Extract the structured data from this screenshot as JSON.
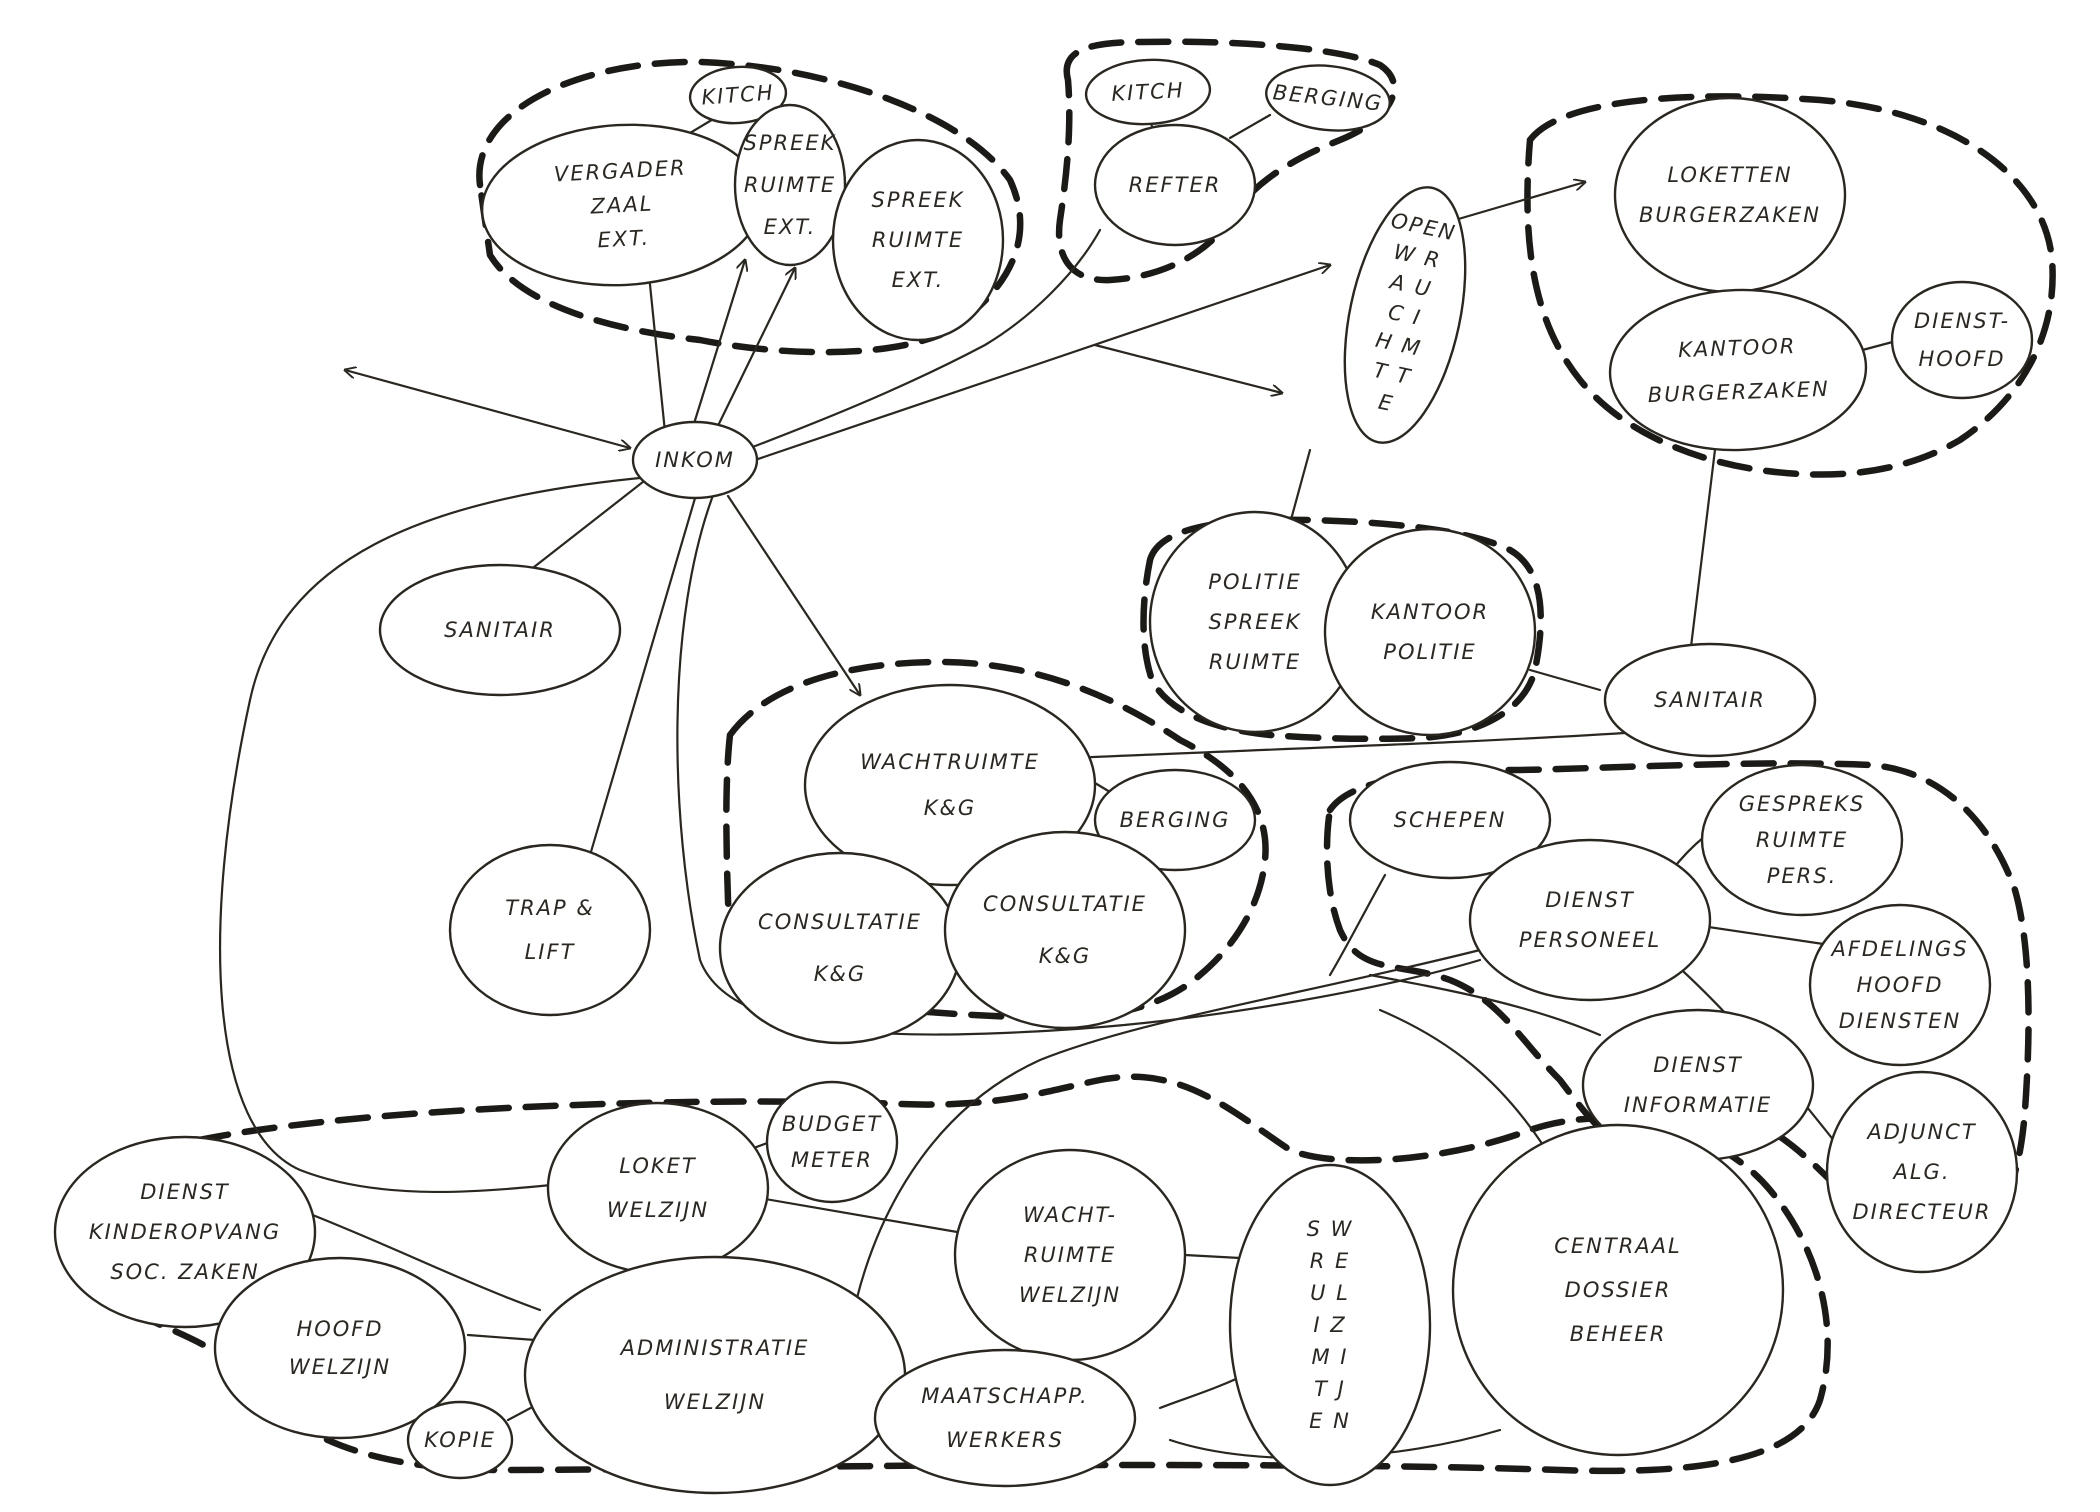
{
  "diagram": {
    "colors": {
      "ink": "#2a2620",
      "zone_ink": "#1c1a17",
      "paper": "#ffffff"
    },
    "rooms": [
      {
        "id": "kitch1",
        "lines": [
          "KITCH"
        ]
      },
      {
        "id": "vergader",
        "lines": [
          "VERGADER",
          "ZAAL",
          "EXT."
        ]
      },
      {
        "id": "spreek1",
        "lines": [
          "SPREEK",
          "RUIMTE",
          "EXT."
        ]
      },
      {
        "id": "spreek2",
        "lines": [
          "SPREEK",
          "RUIMTE",
          "EXT."
        ]
      },
      {
        "id": "kitch2",
        "lines": [
          "KITCH"
        ]
      },
      {
        "id": "berging1",
        "lines": [
          "BERGING"
        ]
      },
      {
        "id": "refter",
        "lines": [
          "REFTER"
        ]
      },
      {
        "id": "open",
        "lines": [
          "OPEN",
          "W R",
          "A U",
          "C I",
          "H M",
          "T T",
          "E"
        ]
      },
      {
        "id": "loketten",
        "lines": [
          "LOKETTEN",
          "BURGERZAKEN"
        ]
      },
      {
        "id": "kantoor-bz",
        "lines": [
          "KANTOOR",
          "BURGERZAKEN"
        ]
      },
      {
        "id": "diensthoofd",
        "lines": [
          "DIENST-",
          "HOOFD"
        ]
      },
      {
        "id": "inkom",
        "lines": [
          "INKOM"
        ]
      },
      {
        "id": "sanitair1",
        "lines": [
          "SANITAIR"
        ]
      },
      {
        "id": "trap",
        "lines": [
          "TRAP &",
          "LIFT"
        ]
      },
      {
        "id": "politie-spreek",
        "lines": [
          "POLITIE",
          "SPREEK",
          "RUIMTE"
        ]
      },
      {
        "id": "kantoor-politie",
        "lines": [
          "KANTOOR",
          "POLITIE"
        ]
      },
      {
        "id": "sanitair2",
        "lines": [
          "SANITAIR"
        ]
      },
      {
        "id": "wacht-kg",
        "lines": [
          "WACHTRUIMTE",
          "K&G"
        ]
      },
      {
        "id": "berging2",
        "lines": [
          "BERGING"
        ]
      },
      {
        "id": "consult1",
        "lines": [
          "CONSULTATIE",
          "K&G"
        ]
      },
      {
        "id": "consult2",
        "lines": [
          "CONSULTATIE",
          "K&G"
        ]
      },
      {
        "id": "schepen",
        "lines": [
          "SCHEPEN"
        ]
      },
      {
        "id": "gesprek",
        "lines": [
          "GESPREKS",
          "RUIMTE",
          "PERS."
        ]
      },
      {
        "id": "dienst-pers",
        "lines": [
          "DIENST",
          "PERSONEEL"
        ]
      },
      {
        "id": "afdeling",
        "lines": [
          "AFDELINGS",
          "HOOFD",
          "DIENSTEN"
        ]
      },
      {
        "id": "dienst-info",
        "lines": [
          "DIENST",
          "INFORMATIE"
        ]
      },
      {
        "id": "adjunct",
        "lines": [
          "ADJUNCT",
          "ALG.",
          "DIRECTEUR"
        ]
      },
      {
        "id": "budget",
        "lines": [
          "BUDGET",
          "METER"
        ]
      },
      {
        "id": "loket-welzijn",
        "lines": [
          "LOKET",
          "WELZIJN"
        ]
      },
      {
        "id": "kinderopvang",
        "lines": [
          "DIENST",
          "KINDEROPVANG",
          "SOC. ZAKEN"
        ]
      },
      {
        "id": "wacht-welzijn",
        "lines": [
          "WACHT-",
          "RUIMTE",
          "WELZIJN"
        ]
      },
      {
        "id": "spreek-welzijn",
        "lines": [
          "S   W",
          "R   E",
          "U   L",
          "I   Z",
          "M   I",
          "T   J",
          "E   N"
        ]
      },
      {
        "id": "dossier",
        "lines": [
          "CENTRAAL",
          "DOSSIER",
          "BEHEER"
        ]
      },
      {
        "id": "hoofd-welzijn",
        "lines": [
          "HOOFD",
          "WELZIJN"
        ]
      },
      {
        "id": "admin",
        "lines": [
          "ADMINISTRATIE",
          "WELZIJN"
        ]
      },
      {
        "id": "kopie",
        "lines": [
          "KOPIE"
        ]
      },
      {
        "id": "maatschap",
        "lines": [
          "MAATSCHAPP.",
          "WERKERS"
        ]
      }
    ]
  }
}
